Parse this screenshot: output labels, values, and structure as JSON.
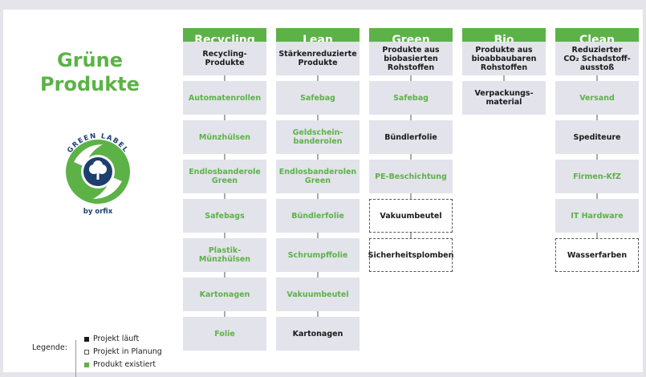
{
  "title": [
    "Grüne",
    "Produkte"
  ],
  "logo": {
    "top_text": "GREEN LABEL",
    "bottom_text": "by orfix"
  },
  "colors": {
    "green": "#5cb247",
    "navy": "#1c3f6e",
    "cell": "#e3e3eb"
  },
  "columns": [
    {
      "header": "Recycling",
      "cells": [
        {
          "text": "Recycling-\nProdukte",
          "status": "running"
        },
        {
          "text": "Automatenrollen",
          "status": "existing"
        },
        {
          "text": "Münzhülsen",
          "status": "existing"
        },
        {
          "text": "Endlosbanderole\nGreen",
          "status": "existing"
        },
        {
          "text": "Safebags",
          "status": "existing"
        },
        {
          "text": "Plastik-\nMünzhülsen",
          "status": "existing"
        },
        {
          "text": "Kartonagen",
          "status": "existing"
        },
        {
          "text": "Folie",
          "status": "existing"
        }
      ]
    },
    {
      "header": "Lean",
      "cells": [
        {
          "text": "Stärkenreduzierte\nProdukte",
          "status": "running"
        },
        {
          "text": "Safebag",
          "status": "existing"
        },
        {
          "text": "Geldschein-\nbanderolen",
          "status": "existing"
        },
        {
          "text": "Endlosbanderolen\nGreen",
          "status": "existing"
        },
        {
          "text": "Bündlerfolie",
          "status": "existing"
        },
        {
          "text": "Schrumpffolie",
          "status": "existing"
        },
        {
          "text": "Vakuumbeutel",
          "status": "existing"
        },
        {
          "text": "Kartonagen",
          "status": "running"
        }
      ]
    },
    {
      "header": "Green",
      "cells": [
        {
          "text": "Produkte aus\nbiobasierten\nRohstoffen",
          "status": "running"
        },
        {
          "text": "Safebag",
          "status": "existing"
        },
        {
          "text": "Bündlerfolie",
          "status": "running"
        },
        {
          "text": "PE-Beschichtung",
          "status": "existing"
        },
        {
          "text": "Vakuumbeutel",
          "status": "planned"
        },
        {
          "text": "Sicherheitsplomben",
          "status": "planned"
        }
      ]
    },
    {
      "header": "Bio",
      "cells": [
        {
          "text": "Produkte aus\nbioabbaubaren\nRohstoffen",
          "status": "running"
        },
        {
          "text": "Verpackungs-\nmaterial",
          "status": "running"
        }
      ]
    },
    {
      "header": "Clean",
      "cells": [
        {
          "text": "Reduzierter\nCO₂ Schadstoff-\nausstoß",
          "status": "running"
        },
        {
          "text": "Versand",
          "status": "existing"
        },
        {
          "text": "Spediteure",
          "status": "running"
        },
        {
          "text": "Firmen-KfZ",
          "status": "existing"
        },
        {
          "text": "IT Hardware",
          "status": "existing"
        },
        {
          "text": "Wasserfarben",
          "status": "planned"
        }
      ]
    }
  ],
  "legend": {
    "label": "Legende:",
    "items": [
      {
        "text": "Projekt läuft",
        "status": "running"
      },
      {
        "text": "Projekt in Planung",
        "status": "planned"
      },
      {
        "text": "Produkt existiert",
        "status": "existing"
      }
    ]
  }
}
